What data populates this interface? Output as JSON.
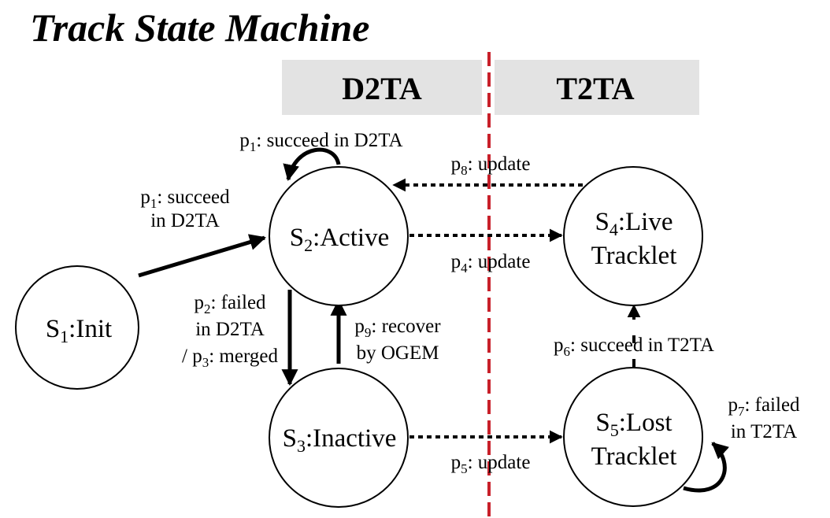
{
  "title": "Track State Machine",
  "colors": {
    "header_bg": "#e3e3e3",
    "divider": "#c8202a",
    "stroke": "#000000"
  },
  "zones": [
    {
      "id": "d2ta",
      "label": "D2TA"
    },
    {
      "id": "t2ta",
      "label": "T2TA"
    }
  ],
  "states": [
    {
      "id": "s1",
      "sym": "S",
      "sub": "1",
      "lines": [
        ":Init"
      ]
    },
    {
      "id": "s2",
      "sym": "S",
      "sub": "2",
      "lines": [
        ":Active"
      ]
    },
    {
      "id": "s3",
      "sym": "S",
      "sub": "3",
      "lines": [
        ":Inactive"
      ]
    },
    {
      "id": "s4",
      "sym": "S",
      "sub": "4",
      "lines": [
        ":Live",
        "Tracklet"
      ]
    },
    {
      "id": "s5",
      "sym": "S",
      "sub": "5",
      "lines": [
        ":Lost",
        "Tracklet"
      ]
    }
  ],
  "transitions": [
    {
      "id": "p1-self",
      "from": "s2",
      "to": "s2",
      "style": "solid",
      "label": [
        [
          {
            "t": "p"
          },
          {
            "t": "1",
            "sub": true
          },
          {
            "t": ": succeed in D2TA"
          }
        ]
      ]
    },
    {
      "id": "p1-init",
      "from": "s1",
      "to": "s2",
      "style": "solid",
      "label": [
        [
          {
            "t": "p"
          },
          {
            "t": "1",
            "sub": true
          },
          {
            "t": ": succeed"
          }
        ],
        [
          {
            "t": "in D2TA"
          }
        ]
      ]
    },
    {
      "id": "p8",
      "from": "s4",
      "to": "s2",
      "style": "dotted",
      "label": [
        [
          {
            "t": "p"
          },
          {
            "t": "8",
            "sub": true
          },
          {
            "t": ": update"
          }
        ]
      ]
    },
    {
      "id": "p4",
      "from": "s2",
      "to": "s4",
      "style": "dotted",
      "label": [
        [
          {
            "t": "p"
          },
          {
            "t": "4",
            "sub": true
          },
          {
            "t": ": update"
          }
        ]
      ]
    },
    {
      "id": "p2p3",
      "from": "s2",
      "to": "s3",
      "style": "solid",
      "label": [
        [
          {
            "t": "p"
          },
          {
            "t": "2",
            "sub": true
          },
          {
            "t": ": failed"
          }
        ],
        [
          {
            "t": "in D2TA"
          }
        ],
        [
          {
            "t": "/ p"
          },
          {
            "t": "3",
            "sub": true
          },
          {
            "t": ": merged"
          }
        ]
      ]
    },
    {
      "id": "p9",
      "from": "s3",
      "to": "s2",
      "style": "solid",
      "label": [
        [
          {
            "t": "p"
          },
          {
            "t": "9",
            "sub": true
          },
          {
            "t": ": recover"
          }
        ],
        [
          {
            "t": "by OGEM"
          }
        ]
      ]
    },
    {
      "id": "p6",
      "from": "s5",
      "to": "s4",
      "style": "dashed",
      "label": [
        [
          {
            "t": "p"
          },
          {
            "t": "6",
            "sub": true
          },
          {
            "t": ": succeed  in T2TA"
          }
        ]
      ]
    },
    {
      "id": "p5",
      "from": "s3",
      "to": "s5",
      "style": "dotted",
      "label": [
        [
          {
            "t": "p"
          },
          {
            "t": "5",
            "sub": true
          },
          {
            "t": ": update"
          }
        ]
      ]
    },
    {
      "id": "p7-self",
      "from": "s5",
      "to": "s5",
      "style": "solid",
      "label": [
        [
          {
            "t": "p"
          },
          {
            "t": "7",
            "sub": true
          },
          {
            "t": ": failed"
          }
        ],
        [
          {
            "t": "in T2TA"
          }
        ]
      ]
    }
  ]
}
